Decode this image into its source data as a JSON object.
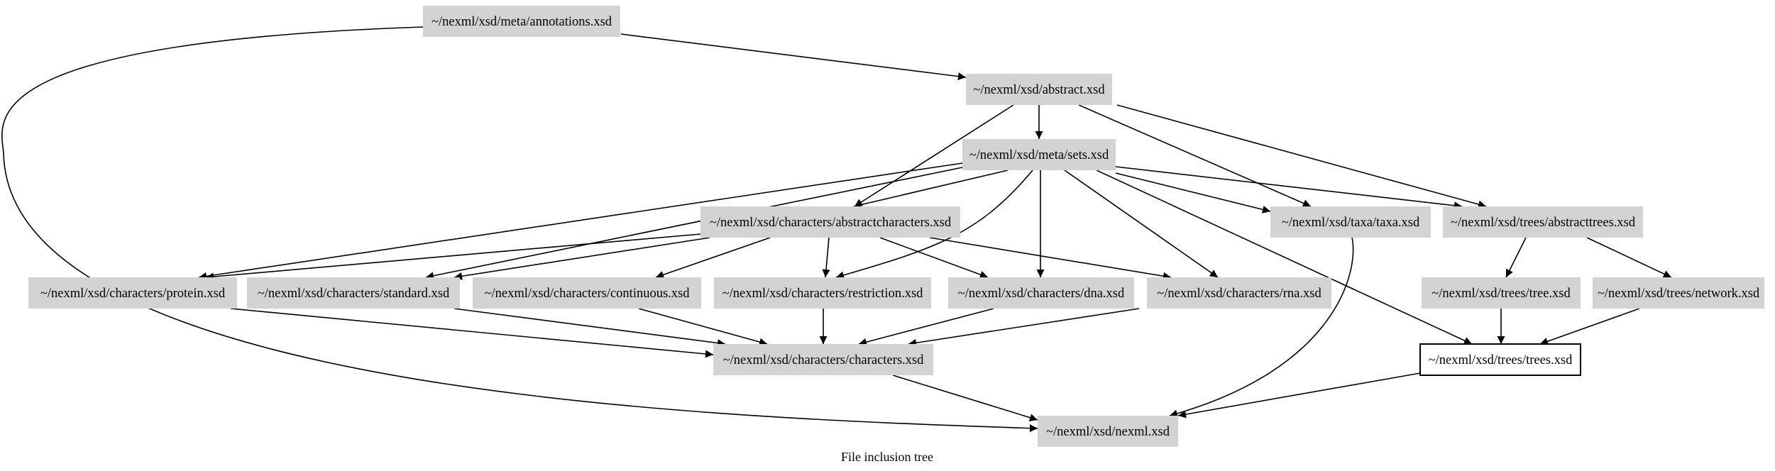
{
  "caption": "File inclusion tree",
  "colors": {
    "node_fill": "#d3d3d3",
    "highlight_fill": "#ffffff",
    "edge": "#000000"
  },
  "nodes": [
    {
      "id": "annotations",
      "label": "~/nexml/xsd/meta/annotations.xsd"
    },
    {
      "id": "abstract",
      "label": "~/nexml/xsd/abstract.xsd"
    },
    {
      "id": "sets",
      "label": "~/nexml/xsd/meta/sets.xsd"
    },
    {
      "id": "abstractcharacters",
      "label": "~/nexml/xsd/characters/abstractcharacters.xsd"
    },
    {
      "id": "taxa",
      "label": "~/nexml/xsd/taxa/taxa.xsd"
    },
    {
      "id": "abstracttrees",
      "label": "~/nexml/xsd/trees/abstracttrees.xsd"
    },
    {
      "id": "protein",
      "label": "~/nexml/xsd/characters/protein.xsd"
    },
    {
      "id": "standard",
      "label": "~/nexml/xsd/characters/standard.xsd"
    },
    {
      "id": "continuous",
      "label": "~/nexml/xsd/characters/continuous.xsd"
    },
    {
      "id": "restriction",
      "label": "~/nexml/xsd/characters/restriction.xsd"
    },
    {
      "id": "dna",
      "label": "~/nexml/xsd/characters/dna.xsd"
    },
    {
      "id": "rna",
      "label": "~/nexml/xsd/characters/rna.xsd"
    },
    {
      "id": "tree",
      "label": "~/nexml/xsd/trees/tree.xsd"
    },
    {
      "id": "network",
      "label": "~/nexml/xsd/trees/network.xsd"
    },
    {
      "id": "characters",
      "label": "~/nexml/xsd/characters/characters.xsd"
    },
    {
      "id": "trees",
      "label": "~/nexml/xsd/trees/trees.xsd",
      "highlighted": true
    },
    {
      "id": "nexml",
      "label": "~/nexml/xsd/nexml.xsd"
    }
  ],
  "edges": [
    {
      "from": "annotations",
      "to": "abstract"
    },
    {
      "from": "annotations",
      "to": "nexml"
    },
    {
      "from": "abstract",
      "to": "sets"
    },
    {
      "from": "abstract",
      "to": "abstractcharacters"
    },
    {
      "from": "abstract",
      "to": "taxa"
    },
    {
      "from": "abstract",
      "to": "abstracttrees"
    },
    {
      "from": "sets",
      "to": "abstractcharacters"
    },
    {
      "from": "sets",
      "to": "taxa"
    },
    {
      "from": "sets",
      "to": "abstracttrees"
    },
    {
      "from": "sets",
      "to": "protein"
    },
    {
      "from": "sets",
      "to": "standard"
    },
    {
      "from": "sets",
      "to": "restriction"
    },
    {
      "from": "sets",
      "to": "dna"
    },
    {
      "from": "sets",
      "to": "rna"
    },
    {
      "from": "sets",
      "to": "trees"
    },
    {
      "from": "abstractcharacters",
      "to": "protein"
    },
    {
      "from": "abstractcharacters",
      "to": "standard"
    },
    {
      "from": "abstractcharacters",
      "to": "continuous"
    },
    {
      "from": "abstractcharacters",
      "to": "restriction"
    },
    {
      "from": "abstractcharacters",
      "to": "dna"
    },
    {
      "from": "abstractcharacters",
      "to": "rna"
    },
    {
      "from": "taxa",
      "to": "nexml"
    },
    {
      "from": "abstracttrees",
      "to": "tree"
    },
    {
      "from": "abstracttrees",
      "to": "network"
    },
    {
      "from": "protein",
      "to": "characters"
    },
    {
      "from": "standard",
      "to": "characters"
    },
    {
      "from": "continuous",
      "to": "characters"
    },
    {
      "from": "restriction",
      "to": "characters"
    },
    {
      "from": "dna",
      "to": "characters"
    },
    {
      "from": "rna",
      "to": "characters"
    },
    {
      "from": "tree",
      "to": "trees"
    },
    {
      "from": "network",
      "to": "trees"
    },
    {
      "from": "characters",
      "to": "nexml"
    },
    {
      "from": "trees",
      "to": "nexml"
    }
  ]
}
